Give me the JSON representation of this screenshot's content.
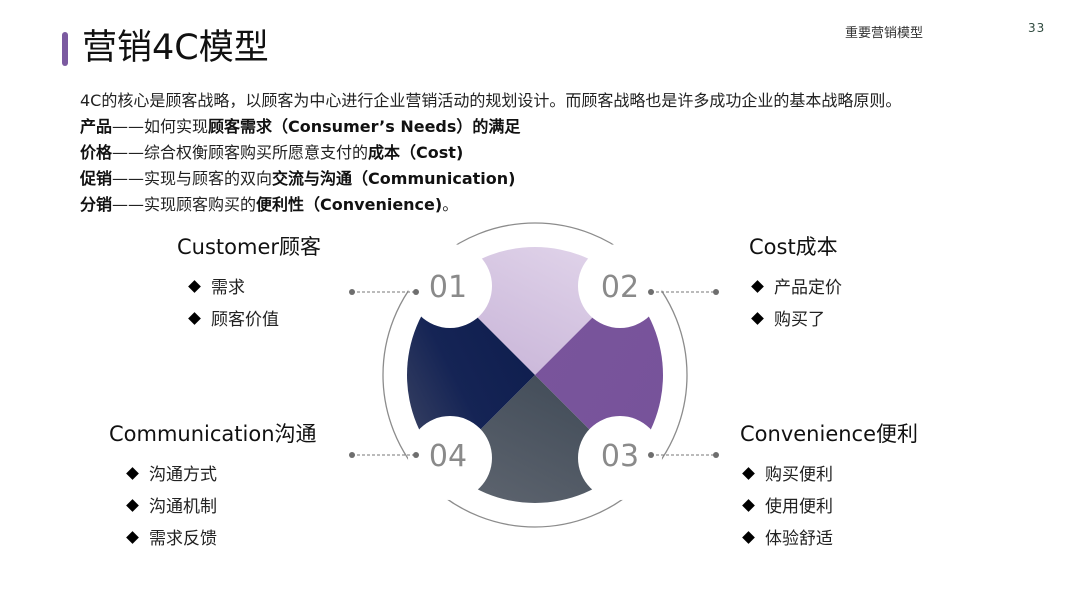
{
  "header": {
    "title": "营销4C模型",
    "section_label": "重要营销模型",
    "page_number": "33",
    "accent_color": "#7b5aa0"
  },
  "intro": {
    "summary": "4C的核心是顾客战略，以顾客为中心进行企业营销活动的规划设计。而顾客战略也是许多成功企业的基本战略原则。",
    "lines": [
      {
        "label": "产品",
        "dash": "——",
        "text": "如何实现",
        "bold": "顾客需求（Consumer’s Needs）的满足",
        "tail": ""
      },
      {
        "label": "价格",
        "dash": "——",
        "text": "综合权衡顾客购买所愿意支付的",
        "bold": "成本（Cost)",
        "tail": ""
      },
      {
        "label": "促销",
        "dash": "——",
        "text": "实现与顾客的双向",
        "bold": "交流与沟通（Communication)",
        "tail": ""
      },
      {
        "label": "分销",
        "dash": "——",
        "text": "实现顾客购买的",
        "bold": "便利性（Convenience)",
        "tail": "。"
      }
    ]
  },
  "diagram": {
    "quadrants": [
      {
        "number": "01",
        "color_start": "#c9b4d8",
        "color_end": "#e4d8ec"
      },
      {
        "number": "02",
        "color_start": "#7a559c",
        "color_end": "#7a559c"
      },
      {
        "number": "03",
        "color_start": "#3e4a58",
        "color_end": "#5a626c"
      },
      {
        "number": "04",
        "color_start": "#0d1b4a",
        "color_end": "#3b4566"
      }
    ],
    "sections": [
      {
        "title": "Customer顾客",
        "items": [
          "需求",
          "顾客价值"
        ]
      },
      {
        "title": "Cost成本",
        "items": [
          "产品定价",
          "购买了"
        ]
      },
      {
        "title": "Convenience便利",
        "items": [
          "购买便利",
          "使用便利",
          "体验舒适"
        ]
      },
      {
        "title": "Communication沟通",
        "items": [
          "沟通方式",
          "沟通机制",
          "需求反馈"
        ]
      }
    ]
  }
}
